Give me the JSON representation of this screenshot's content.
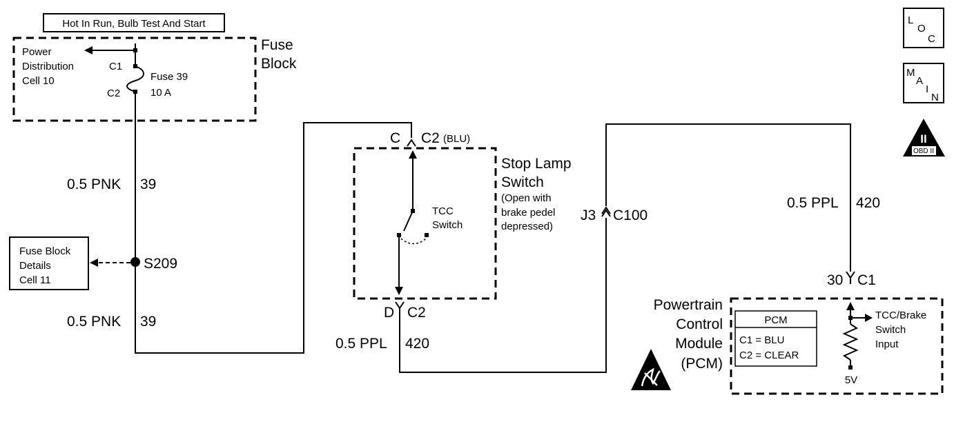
{
  "fuse_block": {
    "header": "Hot In Run, Bulb Test And Start",
    "title_line1": "Fuse",
    "title_line2": "Block",
    "power_dist_line1": "Power",
    "power_dist_line2": "Distribution",
    "power_dist_line3": "Cell 10",
    "c1": "C1",
    "c2": "C2",
    "fuse_name": "Fuse  39",
    "fuse_rating": "10   A"
  },
  "wires": {
    "pnk_size_1": "0.5 PNK",
    "pnk_circuit_1": "39",
    "pnk_size_2": "0.5 PNK",
    "pnk_circuit_2": "39",
    "ppl_size_1": "0.5 PPL",
    "ppl_circuit_1": "420",
    "ppl_size_2": "0.5 PPL",
    "ppl_circuit_2": "420"
  },
  "splice": {
    "label": "S209",
    "ref_line1": "Fuse Block",
    "ref_line2": "Details",
    "ref_line3": "Cell 11"
  },
  "stop_lamp": {
    "top_pin": "C",
    "top_conn": "C2",
    "top_conn_color": "(BLU)",
    "bottom_pin": "D",
    "bottom_conn": "C2",
    "title_line1": "Stop Lamp",
    "title_line2": "Switch",
    "note_line1": "(Open with",
    "note_line2": "brake pedel",
    "note_line3": "depressed)",
    "switch_line1": "TCC",
    "switch_line2": "Switch"
  },
  "inline_conn": {
    "pin": "J3",
    "conn": "C100"
  },
  "pcm": {
    "pin": "30",
    "conn": "C1",
    "title_line1": "Powertrain",
    "title_line2": "Control",
    "title_line3": "Module",
    "title_line4": "(PCM)",
    "legend_title": "PCM",
    "legend_c1": "C1 = BLU",
    "legend_c2": "C2 = CLEAR",
    "input_line1": "TCC/Brake",
    "input_line2": "Switch",
    "input_line3": "Input",
    "ref_voltage": "5V"
  },
  "nav_icons": {
    "loc_l": "L",
    "loc_o": "O",
    "loc_c": "C",
    "main_m": "M",
    "main_a": "A",
    "main_i": "I",
    "main_n": "N",
    "obd_roman": "II",
    "obd_label": "OBD II"
  }
}
